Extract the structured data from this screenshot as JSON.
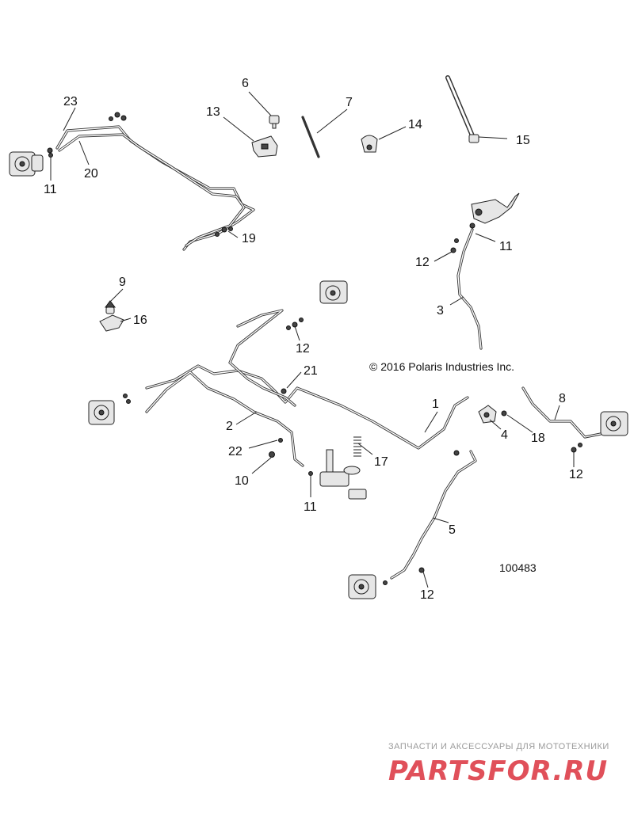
{
  "diagram": {
    "copyright": "© 2016 Polaris Industries Inc.",
    "reference_number": "100483",
    "callouts": {
      "c1": "1",
      "c2": "2",
      "c3": "3",
      "c4": "4",
      "c5": "5",
      "c6": "6",
      "c7": "7",
      "c8": "8",
      "c9": "9",
      "c10": "10",
      "c11a": "11",
      "c11b": "11",
      "c11c": "11",
      "c12a": "12",
      "c12b": "12",
      "c12c": "12",
      "c12d": "12",
      "c13": "13",
      "c14": "14",
      "c15": "15",
      "c16": "16",
      "c17": "17",
      "c18": "18",
      "c19": "19",
      "c20": "20",
      "c21": "21",
      "c22": "22",
      "c23": "23"
    }
  },
  "watermark": {
    "tagline": "ЗАПЧАСТИ И АКСЕССУАРЫ ДЛЯ МОТОТЕХНИКИ",
    "logo": "PARTSFOR.RU",
    "logo_color": "#e0505a"
  }
}
